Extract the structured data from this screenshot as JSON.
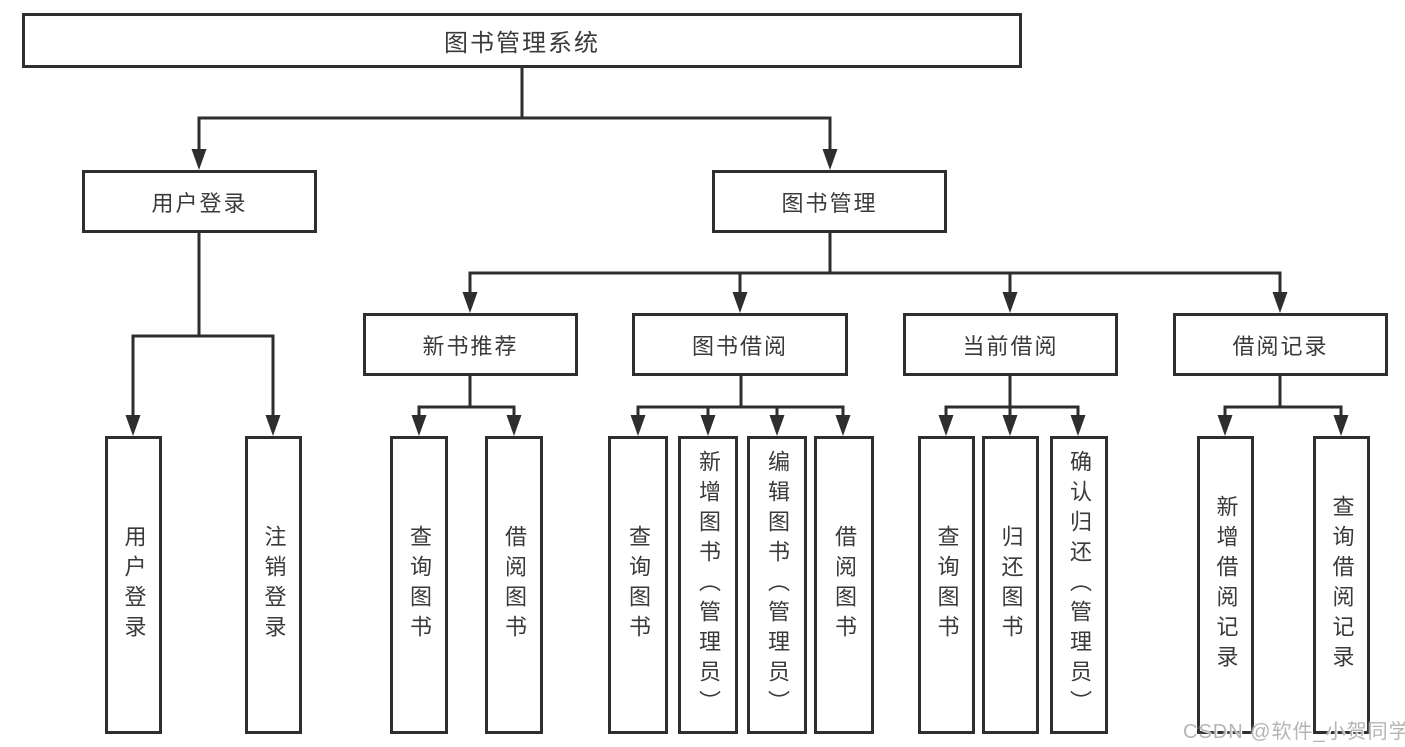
{
  "tree": {
    "root": "图书管理系统",
    "branches": [
      {
        "label": "用户登录",
        "leaves": [
          "用户登录",
          "注销登录"
        ]
      },
      {
        "label": "图书管理",
        "groups": [
          {
            "label": "新书推荐",
            "leaves": [
              "查询图书",
              "借阅图书"
            ]
          },
          {
            "label": "图书借阅",
            "leaves": [
              "查询图书",
              "新增图书（管理员）",
              "编辑图书（管理员）",
              "借阅图书"
            ]
          },
          {
            "label": "当前借阅",
            "leaves": [
              "查询图书",
              "归还图书",
              "确认归还（管理员）"
            ]
          },
          {
            "label": "借阅记录",
            "leaves": [
              "新增借阅记录",
              "查询借阅记录"
            ]
          }
        ]
      }
    ]
  },
  "watermark": "CSDN @软件_小贺同学",
  "colors": {
    "line": "#2e2e2e",
    "text": "#3a3a3a",
    "watermark": "#b5b5b5",
    "background": "#ffffff"
  }
}
